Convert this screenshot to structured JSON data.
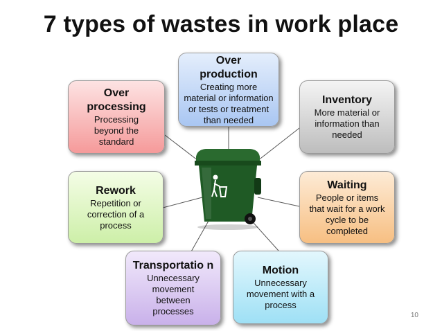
{
  "title": "7 types of wastes in work place",
  "page_number": "10",
  "colors": {
    "bin_green": "#1f5a25",
    "bin_dark": "#123a16",
    "connector": "#555555"
  },
  "icons": {
    "bin": "trash-bin-icon",
    "figure": "litter-person-icon"
  },
  "wastes": {
    "overproduction": {
      "head": "Over production",
      "body": "Creating more material or information or tests or treatment than needed"
    },
    "overprocessing": {
      "head": "Over processing",
      "body": "Processing beyond the standard"
    },
    "inventory": {
      "head": "Inventory",
      "body": "More material or information than needed"
    },
    "rework": {
      "head": "Rework",
      "body": "Repetition or correction of a process"
    },
    "waiting": {
      "head": "Waiting",
      "body": "People or items that wait for a work cycle to be completed"
    },
    "transportation": {
      "head": "Transportatio n",
      "body": "Unnecessary movement between processes"
    },
    "motion": {
      "head": "Motion",
      "body": "Unnecessary movement with a process"
    }
  }
}
